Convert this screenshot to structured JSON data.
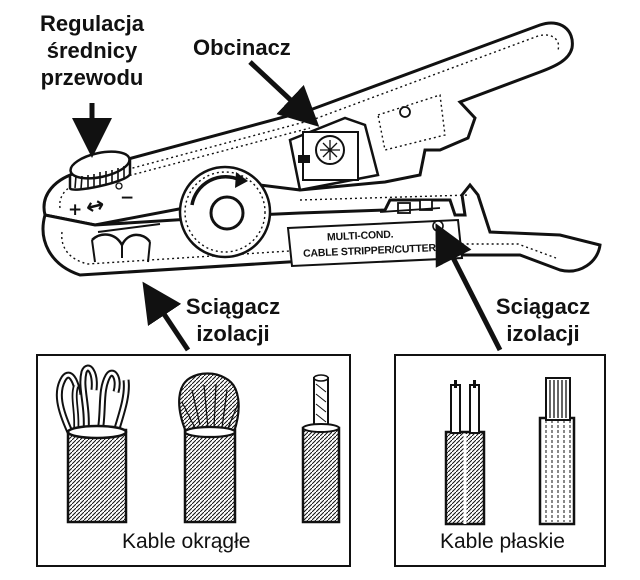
{
  "labels": {
    "regulation_line1": "Regulacja",
    "regulation_line2": "średnicy",
    "regulation_line3": "przewodu",
    "cutter": "Obcinacz",
    "stripper_left_line1": "Sciągacz",
    "stripper_left_line2": "izolacji",
    "stripper_right_line1": "Sciągacz",
    "stripper_right_line2": "izolacji"
  },
  "tool_engraving": {
    "line1": "MULTI-COND.",
    "line2": "CABLE STRIPPER/CUTTER"
  },
  "dial_marks": {
    "plus": "+",
    "minus": "−",
    "arrows": "↔"
  },
  "panels": {
    "round_caption": "Kable okrągłe",
    "flat_caption": "Kable płaskie"
  },
  "colors": {
    "ink": "#111111",
    "background": "#ffffff"
  }
}
